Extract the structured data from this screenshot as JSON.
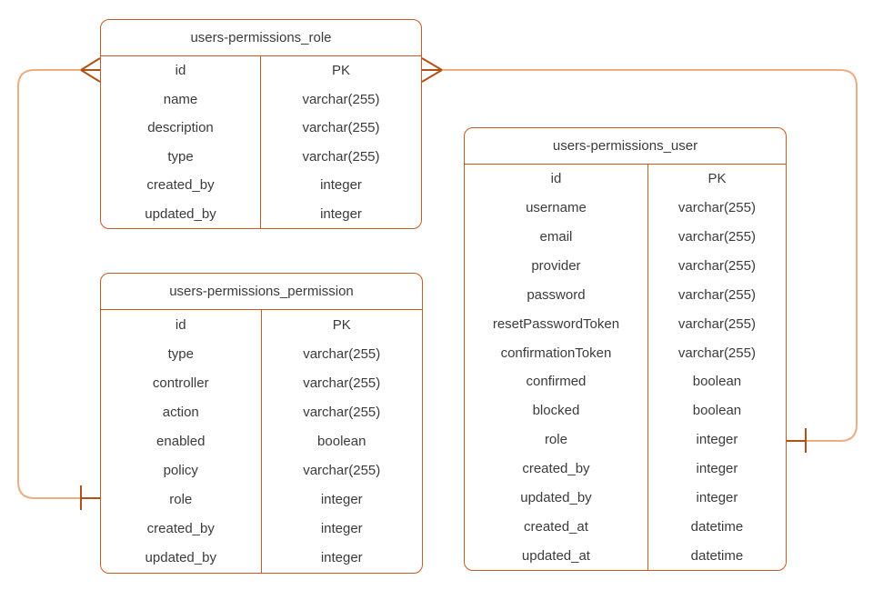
{
  "diagram": {
    "kind": "entity-relationship-diagram",
    "colors": {
      "background": "#ffffff",
      "table_border": "#c35c22",
      "connector_line": "#eeac82",
      "connector_marker": "#b05214",
      "text": "#3b3b3b"
    }
  },
  "tables": [
    {
      "key": "role",
      "title": "users-permissions_role",
      "rows": [
        [
          "id",
          "PK"
        ],
        [
          "name",
          "varchar(255)"
        ],
        [
          "description",
          "varchar(255)"
        ],
        [
          "type",
          "varchar(255)"
        ],
        [
          "created_by",
          "integer"
        ],
        [
          "updated_by",
          "integer"
        ]
      ]
    },
    {
      "key": "permission",
      "title": "users-permissions_permission",
      "rows": [
        [
          "id",
          "PK"
        ],
        [
          "type",
          "varchar(255)"
        ],
        [
          "controller",
          "varchar(255)"
        ],
        [
          "action",
          "varchar(255)"
        ],
        [
          "enabled",
          "boolean"
        ],
        [
          "policy",
          "varchar(255)"
        ],
        [
          "role",
          "integer"
        ],
        [
          "created_by",
          "integer"
        ],
        [
          "updated_by",
          "integer"
        ]
      ]
    },
    {
      "key": "user",
      "title": "users-permissions_user",
      "rows": [
        [
          "id",
          "PK"
        ],
        [
          "username",
          "varchar(255)"
        ],
        [
          "email",
          "varchar(255)"
        ],
        [
          "provider",
          "varchar(255)"
        ],
        [
          "password",
          "varchar(255)"
        ],
        [
          "resetPasswordToken",
          "varchar(255)"
        ],
        [
          "confirmationToken",
          "varchar(255)"
        ],
        [
          "confirmed",
          "boolean"
        ],
        [
          "blocked",
          "boolean"
        ],
        [
          "role",
          "integer"
        ],
        [
          "created_by",
          "integer"
        ],
        [
          "updated_by",
          "integer"
        ],
        [
          "created_at",
          "datetime"
        ],
        [
          "updated_at",
          "datetime"
        ]
      ]
    }
  ],
  "relationships": [
    {
      "from_table": "users-permissions_role",
      "from_field": "id",
      "from_cardinality": "many",
      "to_table": "users-permissions_permission",
      "to_field": "role",
      "to_cardinality": "one"
    },
    {
      "from_table": "users-permissions_role",
      "from_field": "id",
      "from_cardinality": "many",
      "to_table": "users-permissions_user",
      "to_field": "role",
      "to_cardinality": "one"
    }
  ]
}
